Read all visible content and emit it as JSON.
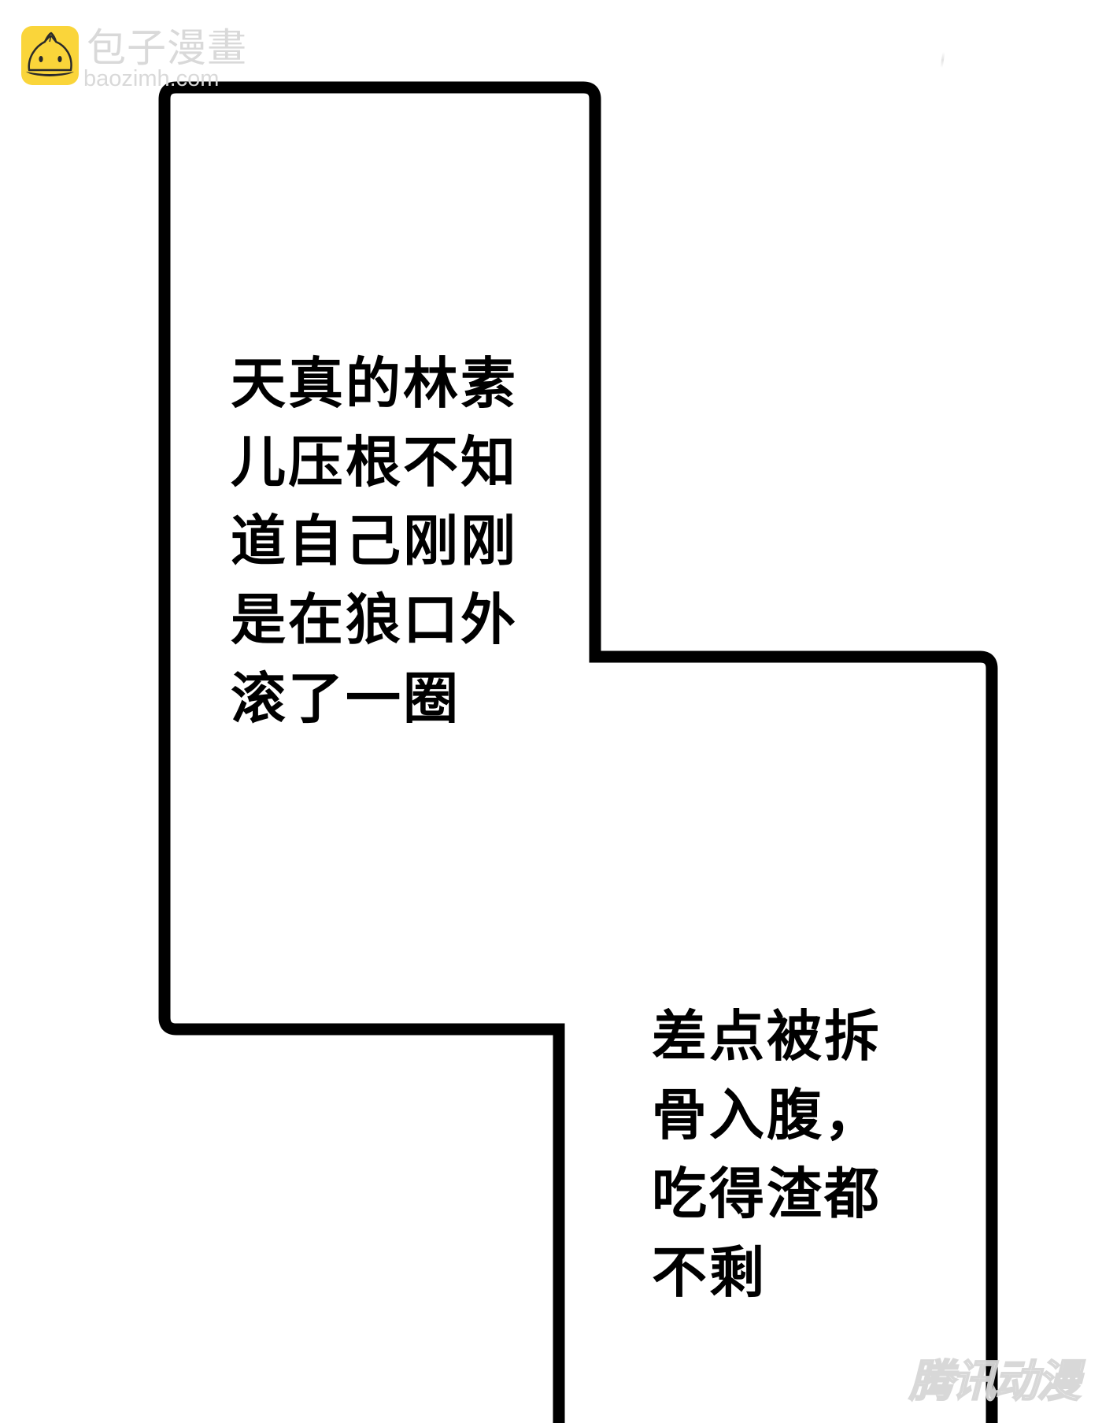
{
  "watermark_top": {
    "site_name": "包子漫畫",
    "site_url": "baozimh.com",
    "logo_icon": "steamed-bun-icon",
    "logo_bg_color": "#FAD53A",
    "text_color": "#d9d9d9"
  },
  "panel": {
    "border_color": "#000000",
    "background": "#ffffff"
  },
  "captions": [
    {
      "lines": [
        "天真的林素",
        "儿压根不知",
        "道自己刚刚",
        "是在狼口外",
        "滚了一圈"
      ]
    },
    {
      "lines": [
        "差点被拆",
        "骨入腹，",
        "吃得渣都",
        "不剩"
      ]
    }
  ],
  "watermark_bottom": {
    "text": "腾讯动漫"
  }
}
